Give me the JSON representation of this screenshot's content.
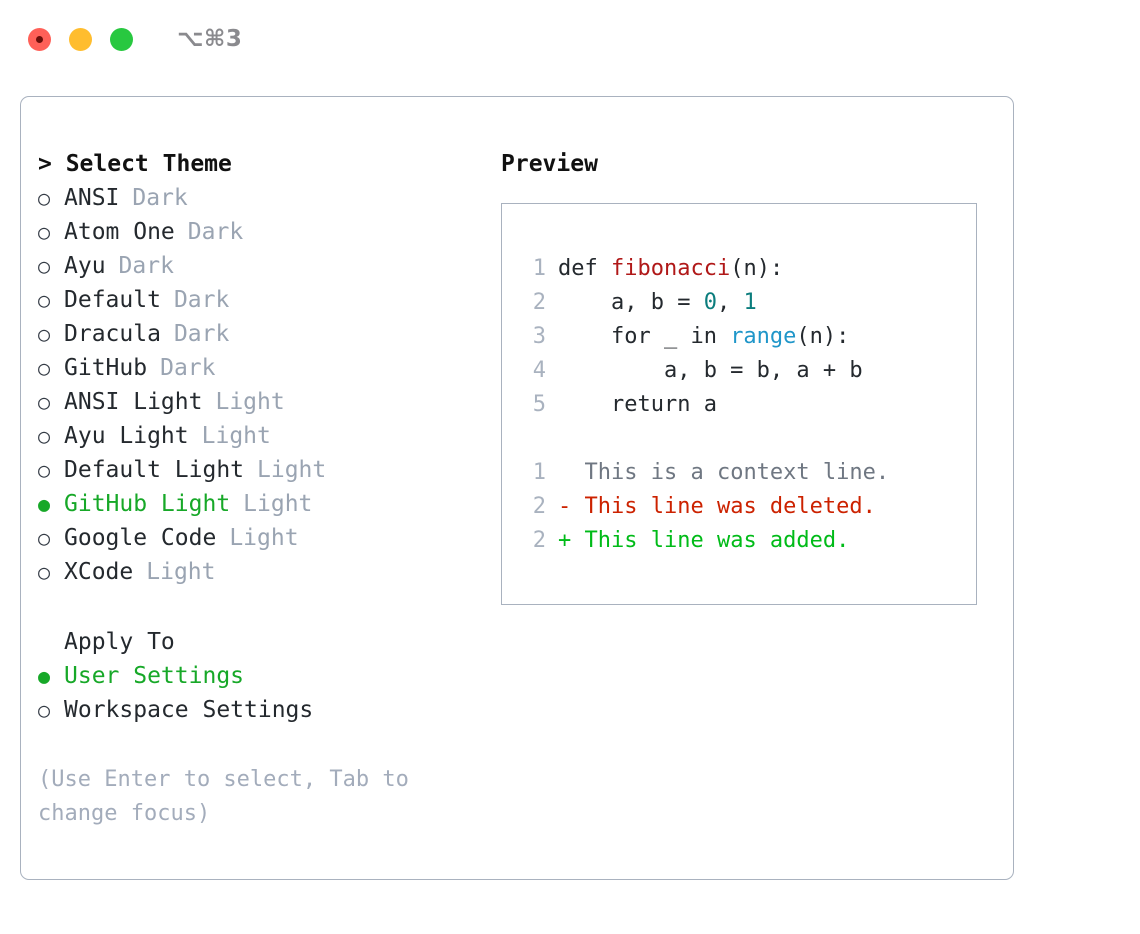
{
  "window": {
    "title": "⌥⌘3",
    "traffic_lights": [
      {
        "name": "close",
        "color": "#ff6058"
      },
      {
        "name": "minimize",
        "color": "#ffbd2e"
      },
      {
        "name": "zoom",
        "color": "#28c840"
      }
    ]
  },
  "theme_picker": {
    "header": "> Select Theme",
    "items": [
      {
        "bullet": "○",
        "label": "ANSI",
        "kind": "Dark",
        "selected": false
      },
      {
        "bullet": "○",
        "label": "Atom One",
        "kind": "Dark",
        "selected": false
      },
      {
        "bullet": "○",
        "label": "Ayu",
        "kind": "Dark",
        "selected": false
      },
      {
        "bullet": "○",
        "label": "Default",
        "kind": "Dark",
        "selected": false
      },
      {
        "bullet": "○",
        "label": "Dracula",
        "kind": "Dark",
        "selected": false
      },
      {
        "bullet": "○",
        "label": "GitHub",
        "kind": "Dark",
        "selected": false
      },
      {
        "bullet": "○",
        "label": "ANSI Light",
        "kind": "Light",
        "selected": false
      },
      {
        "bullet": "○",
        "label": "Ayu Light",
        "kind": "Light",
        "selected": false
      },
      {
        "bullet": "○",
        "label": "Default Light",
        "kind": "Light",
        "selected": false
      },
      {
        "bullet": "●",
        "label": "GitHub Light",
        "kind": "Light",
        "selected": true
      },
      {
        "bullet": "○",
        "label": "Google Code",
        "kind": "Light",
        "selected": false
      },
      {
        "bullet": "○",
        "label": "XCode",
        "kind": "Light",
        "selected": false
      }
    ]
  },
  "apply_to": {
    "title": "Apply To",
    "options": [
      {
        "bullet": "●",
        "label": "User Settings",
        "selected": true
      },
      {
        "bullet": "○",
        "label": "Workspace Settings",
        "selected": false
      }
    ]
  },
  "hint": "(Use Enter to select, Tab to change focus)",
  "preview": {
    "title": "Preview",
    "code_lines": [
      {
        "number": "1",
        "tokens": [
          {
            "text": "def ",
            "style": "plain"
          },
          {
            "text": "fibonacci",
            "style": "fn"
          },
          {
            "text": "(n):",
            "style": "plain"
          }
        ]
      },
      {
        "number": "2",
        "tokens": [
          {
            "text": "    a, b = ",
            "style": "plain"
          },
          {
            "text": "0",
            "style": "num"
          },
          {
            "text": ", ",
            "style": "plain"
          },
          {
            "text": "1",
            "style": "num"
          }
        ]
      },
      {
        "number": "3",
        "tokens": [
          {
            "text": "    for _ in ",
            "style": "plain"
          },
          {
            "text": "range",
            "style": "call"
          },
          {
            "text": "(n):",
            "style": "plain"
          }
        ]
      },
      {
        "number": "4",
        "tokens": [
          {
            "text": "        a, b = b, a + b",
            "style": "plain"
          }
        ]
      },
      {
        "number": "5",
        "tokens": [
          {
            "text": "    return a",
            "style": "plain"
          }
        ]
      }
    ],
    "diff_lines": [
      {
        "number": "1",
        "marker": "  ",
        "text": "This is a context line.",
        "kind": "context"
      },
      {
        "number": "2",
        "marker": "- ",
        "text": "This line was deleted.",
        "kind": "deleted"
      },
      {
        "number": "2",
        "marker": "+ ",
        "text": "This line was added.",
        "kind": "added"
      }
    ]
  },
  "colors": {
    "accent_green": "#17a828",
    "muted": "#9aa4b2",
    "border": "#a9b2bf",
    "fn_red": "#b01818",
    "number_teal": "#0b7d7d",
    "call_blue": "#1f96c9",
    "diff_add": "#00bb18",
    "diff_del": "#cc2200",
    "diff_ctx": "#6f7782"
  }
}
